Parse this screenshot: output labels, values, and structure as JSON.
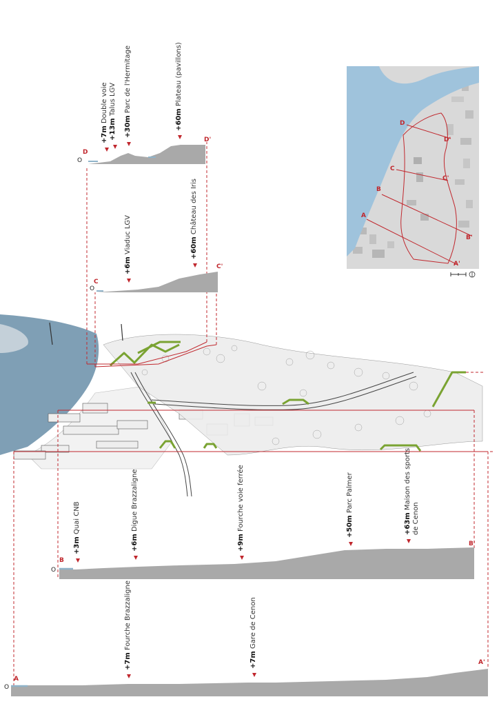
{
  "colors": {
    "accent_red": "#c0272d",
    "water": "#8fb3c9",
    "ground": "#a9a9a9",
    "green": "#7aa332"
  },
  "sections": {
    "A": {
      "start": "A",
      "end": "A'",
      "zero": "O",
      "labels": [
        {
          "elev": "+7m",
          "name": "Fourche Brazzaligne"
        },
        {
          "elev": "+7m",
          "name": "Gare de Cenon"
        }
      ]
    },
    "B": {
      "start": "B",
      "end": "B'",
      "zero": "O",
      "labels": [
        {
          "elev": "+3m",
          "name": "Quai CNB"
        },
        {
          "elev": "+6m",
          "name": "Digue Brazzaligne"
        },
        {
          "elev": "+9m",
          "name": "Fourche voie ferrée"
        },
        {
          "elev": "+50m",
          "name": "Parc Palmer"
        },
        {
          "elev": "+63m",
          "name": "Maison des sports",
          "name2": "de Cenon"
        }
      ]
    },
    "C": {
      "start": "C",
      "end": "C'",
      "zero": "O",
      "labels": [
        {
          "elev": "+6m",
          "name": "Viaduc LGV"
        },
        {
          "elev": "+60m",
          "name": "Château des Iris"
        }
      ]
    },
    "D": {
      "start": "D",
      "end": "D'",
      "zero": "O",
      "labels": [
        {
          "elev": "+7m",
          "name": "Double voie"
        },
        {
          "elev": "+13m",
          "name": "Talus LGV"
        },
        {
          "elev": "+30m",
          "name": "Parc de l'Hermitage"
        },
        {
          "elev": "+60m",
          "name": "Plateau (pavillons)"
        }
      ]
    }
  },
  "map": {
    "cuts": [
      {
        "start": "A",
        "end": "A'"
      },
      {
        "start": "B",
        "end": "B'"
      },
      {
        "start": "C",
        "end": "C'"
      },
      {
        "start": "D",
        "end": "D'"
      }
    ]
  }
}
